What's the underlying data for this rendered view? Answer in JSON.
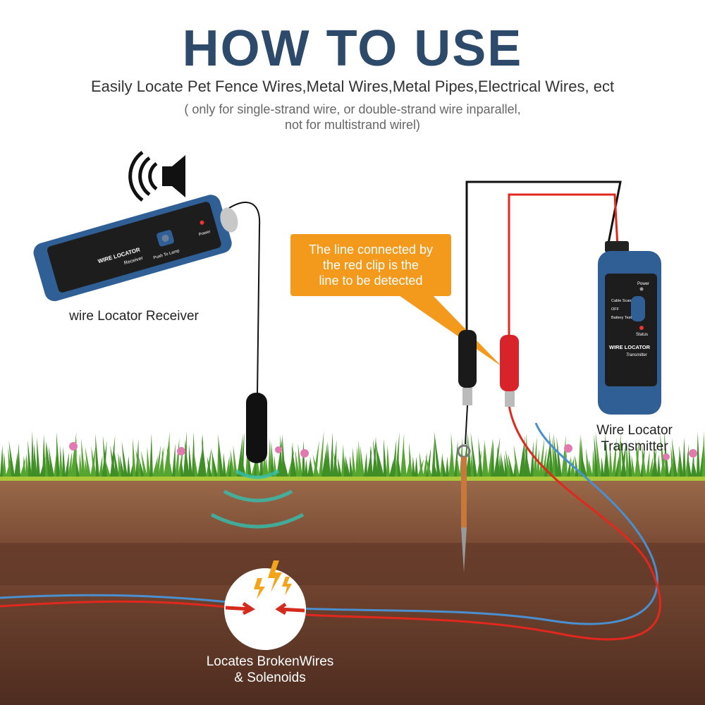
{
  "header": {
    "title": "HOW TO USE",
    "subtitle": "Easily Locate Pet Fence Wires,Metal Wires,Metal Pipes,Electrical Wires, ect",
    "note_line1": "( only for single-strand wire, or double-strand wire inparallel,",
    "note_line2": "not for multistrand wirel)"
  },
  "receiver": {
    "label": "wire Locator Receiver",
    "device_brand": "WIRE LOCATOR",
    "device_model": "Receiver",
    "power_text": "Power",
    "button_text": "Push To Lamp",
    "icon": "speaker-sound-icon"
  },
  "callout": {
    "line1": "The line connected by",
    "line2": "the red clip is the",
    "line3": "line to be detected",
    "color": "#f39a1c"
  },
  "transmitter": {
    "label_line1": "Wire Locator",
    "label_line2": "Transmitter",
    "power_text": "Power",
    "switch_top": "Cable Scan",
    "switch_mid": "OFF",
    "switch_bottom": "Battery Test",
    "status_text": "Status",
    "device_brand": "WIRE LOCATOR",
    "device_model": "Transmitter"
  },
  "broken_wire": {
    "label_line1": "Locates BrokenWires",
    "label_line2": "& Solenoids"
  },
  "colors": {
    "title": "#2d4a6b",
    "device_blue": "#2f5f94",
    "red_wire": "#e0281e",
    "blue_wire": "#4a8fd0",
    "soil": "#6b4030",
    "grass": "#5aa832"
  }
}
